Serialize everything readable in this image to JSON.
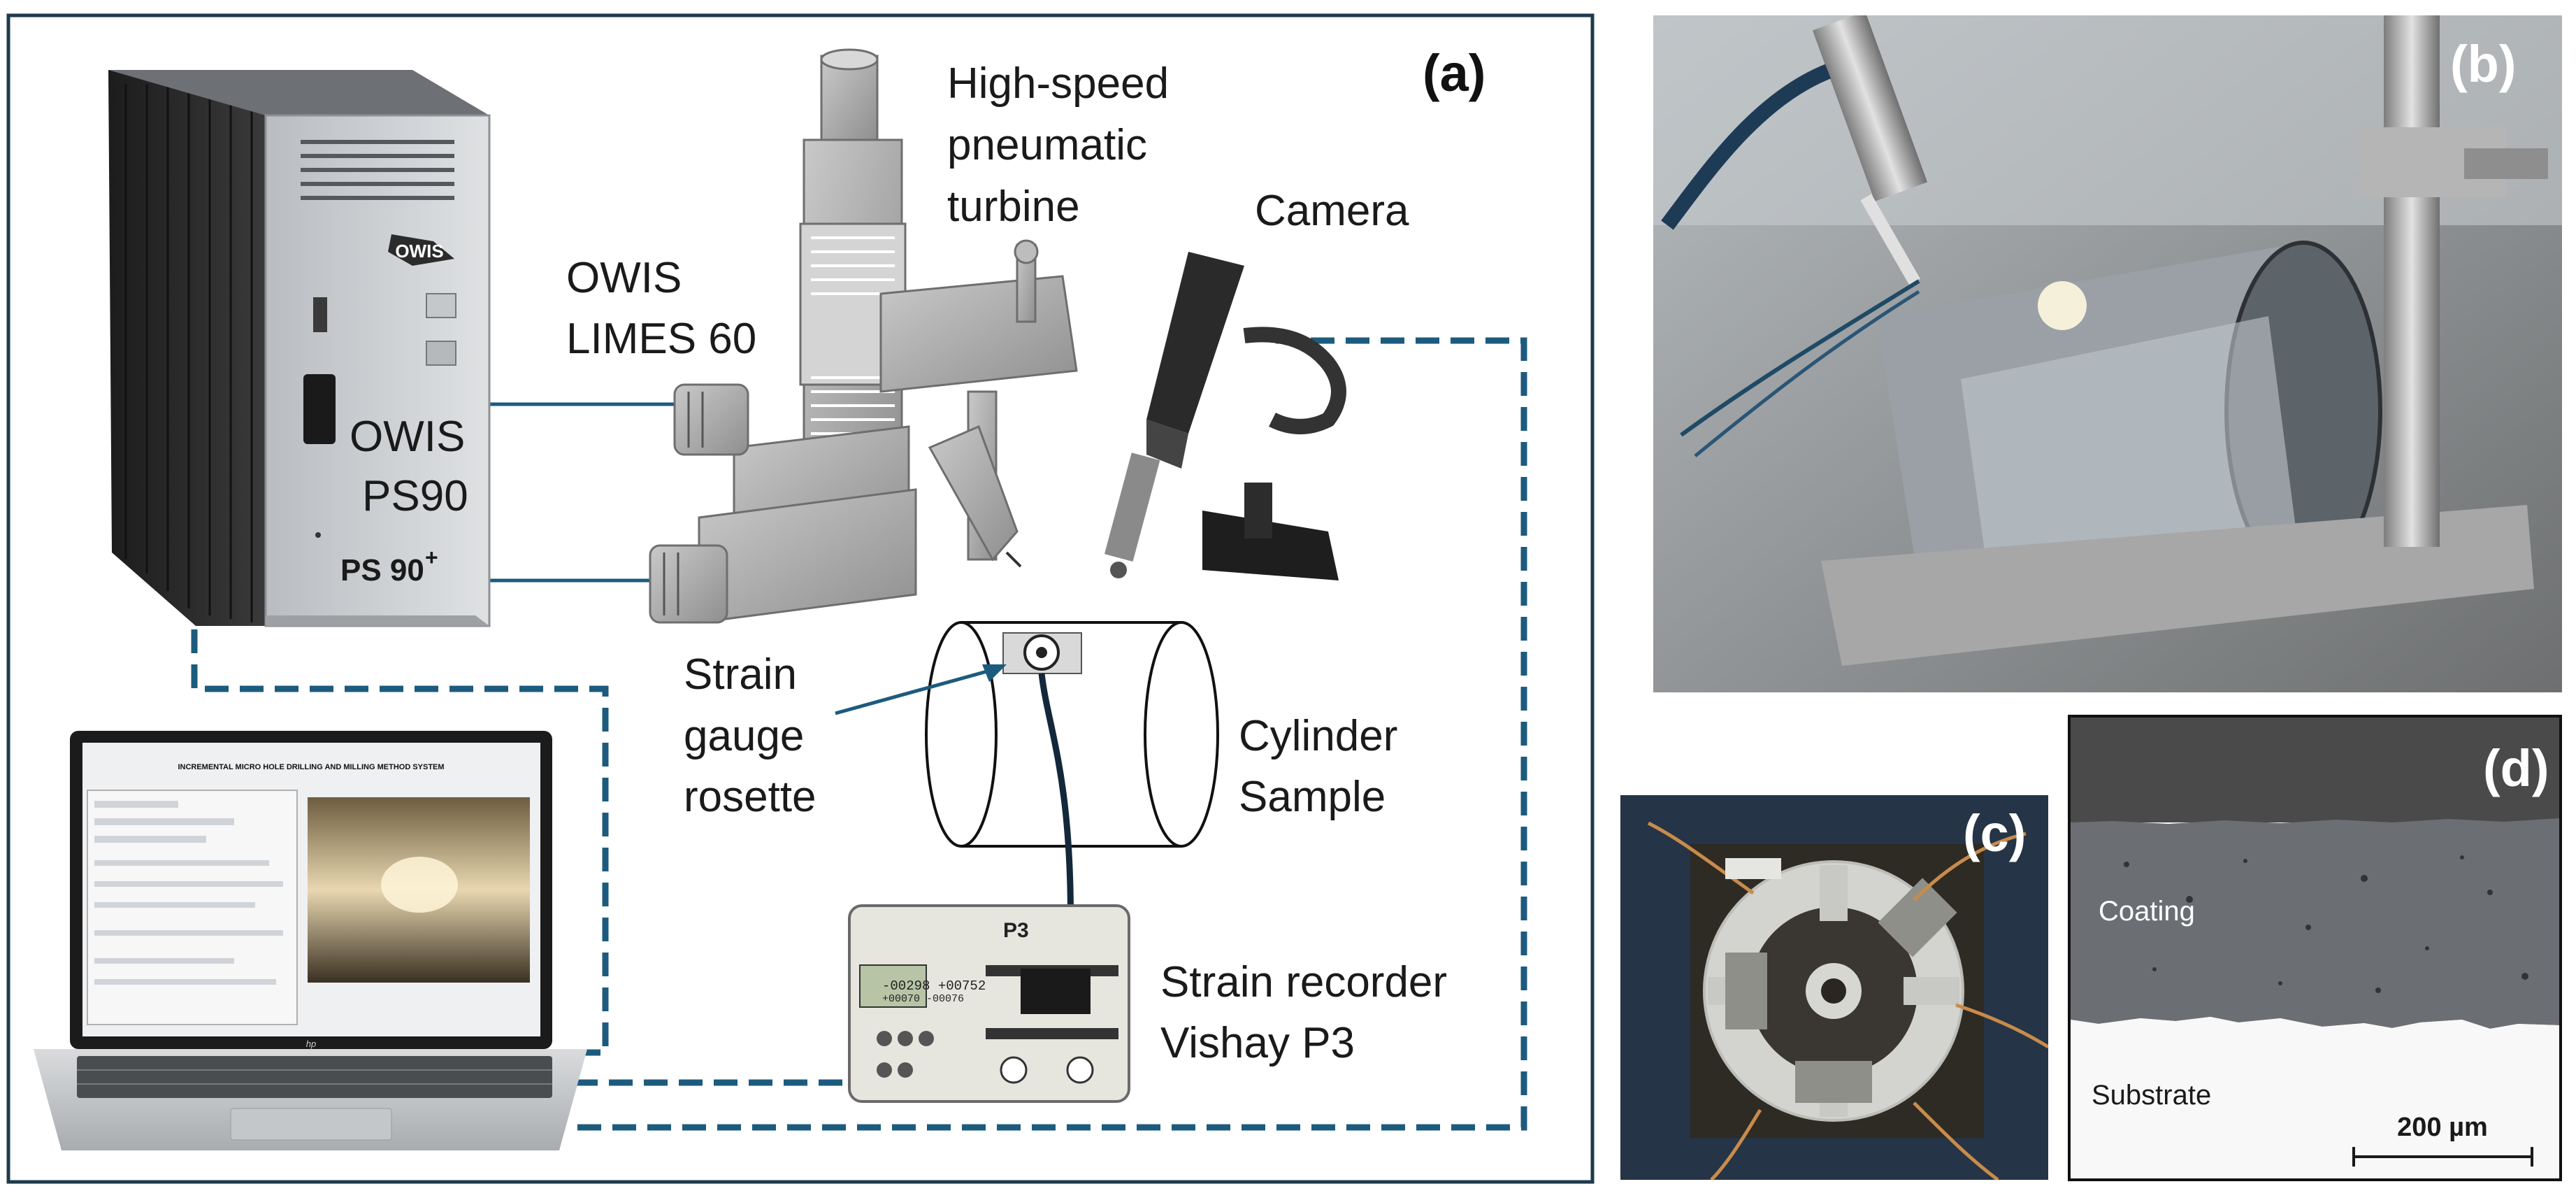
{
  "panels": {
    "a": {
      "letter": "(a)",
      "labels": {
        "turbine": [
          "High-speed",
          "pneumatic",
          "turbine"
        ],
        "camera": "Camera",
        "limes": [
          "OWIS",
          "LIMES 60"
        ],
        "controller": [
          "OWIS",
          "PS90"
        ],
        "rosette": [
          "Strain",
          "gauge",
          "rosette"
        ],
        "cylinder": [
          "Cylinder",
          "Sample"
        ],
        "recorder": [
          "Strain recorder",
          "Vishay P3"
        ]
      },
      "device_text": {
        "controller_brand": "OWIS",
        "controller_model": "PS 90",
        "controller_model_sup": "+",
        "recorder_model": "P3",
        "recorder_display": [
          "-00298 +00752",
          "+00070 -00076"
        ],
        "laptop_title": "INCREMENTAL MICRO HOLE DRILLING AND MILLING METHOD SYSTEM",
        "laptop_logo": "hp"
      }
    },
    "b": {
      "letter": "(b)"
    },
    "c": {
      "letter": "(c)"
    },
    "d": {
      "letter": "(d)",
      "coating_label": "Coating",
      "substrate_label": "Substrate",
      "scale_bar": "200 µm"
    }
  },
  "colors": {
    "dashed_cable": "#1c5b7e",
    "solid_link": "#1c5b7e",
    "frame": "#1e3a4c"
  }
}
